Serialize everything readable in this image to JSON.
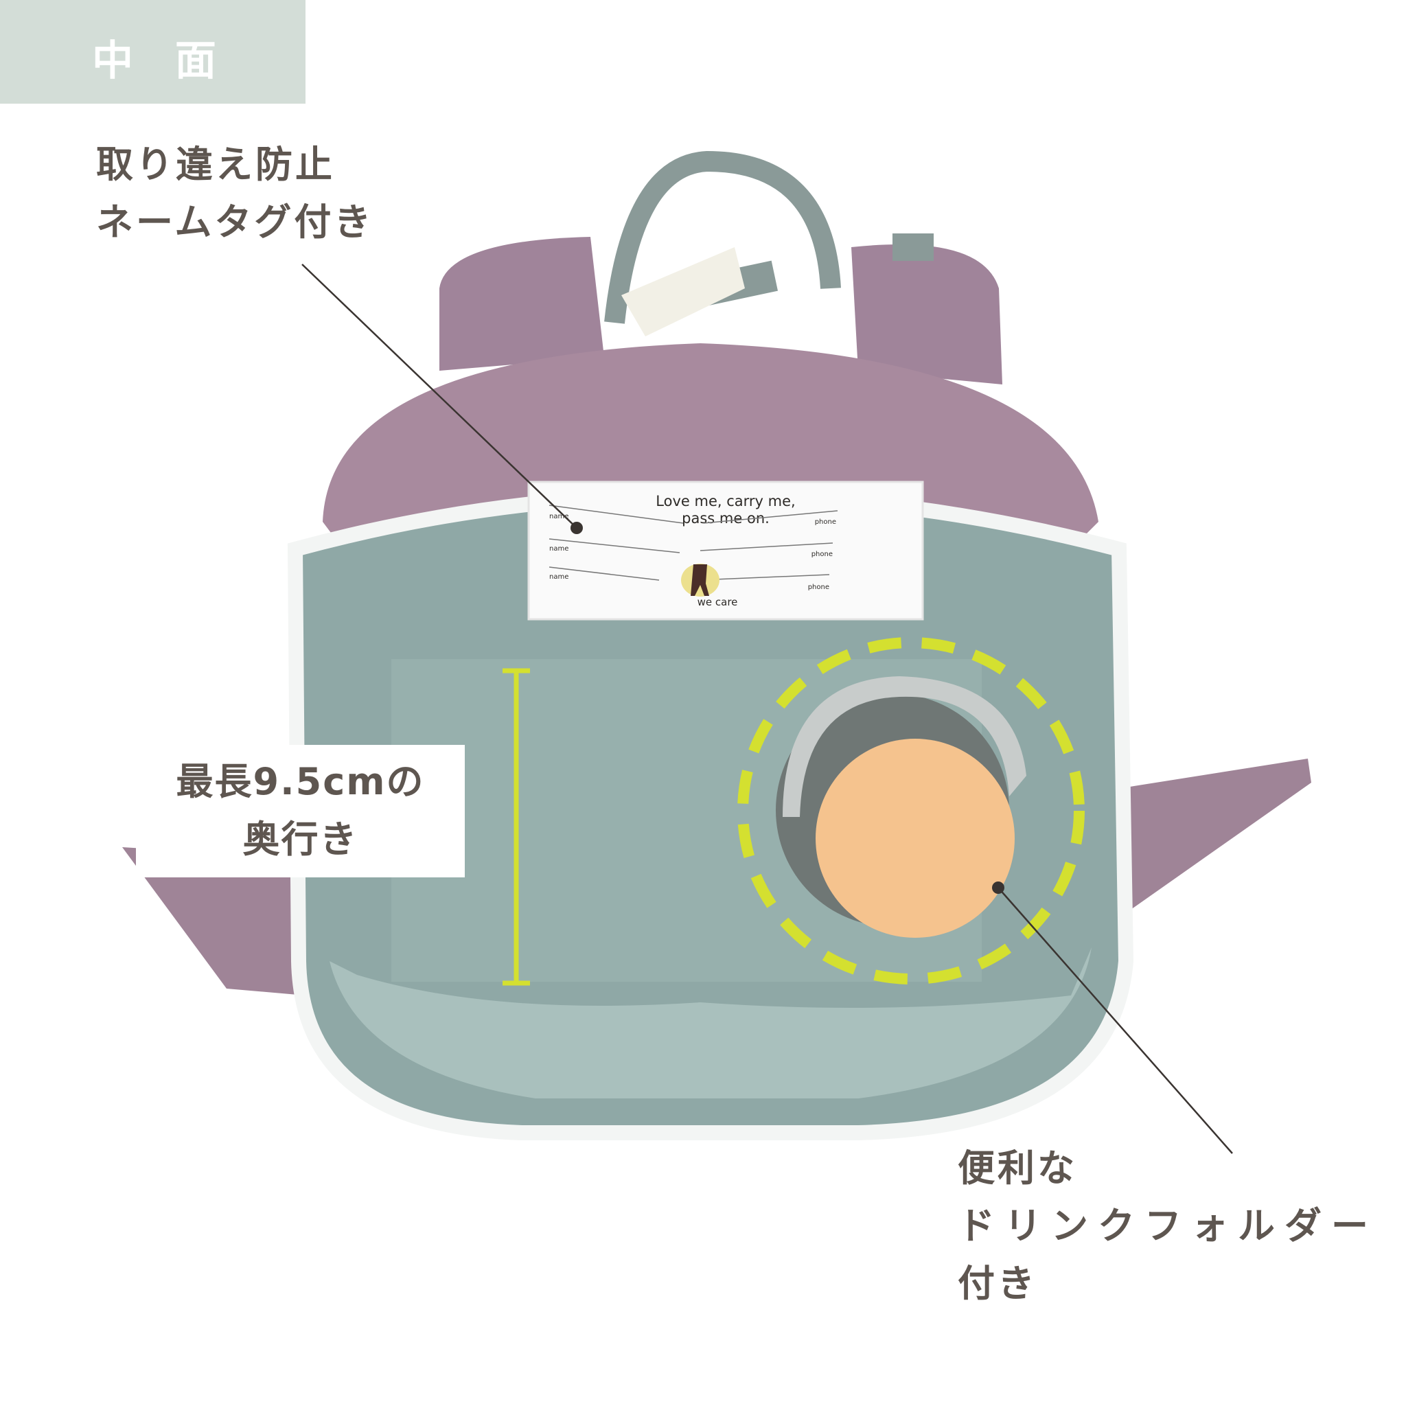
{
  "section_tag": "中 面",
  "callouts": {
    "name_tag": {
      "lines": [
        "取り違え防止",
        "ネームタグ付き"
      ]
    },
    "depth": {
      "lines": [
        "最長9.5cmの",
        "奥行き"
      ]
    },
    "drink_holder": {
      "lines": [
        "便利な",
        "ドリンクフォルダー",
        "付き"
      ]
    }
  },
  "name_tag_card": {
    "slogan_line1": "Love me, carry me,",
    "slogan_line2": "pass me on.",
    "field_name": "name",
    "field_phone": "phone",
    "footer": "we care"
  },
  "colors": {
    "tag_bg": "#d3ddd7",
    "text": "#5e5650",
    "highlight": "#d4e030",
    "bag_purple": "#a88a9e",
    "lining": "#8fa8a6",
    "cap": "#f5c38e"
  }
}
